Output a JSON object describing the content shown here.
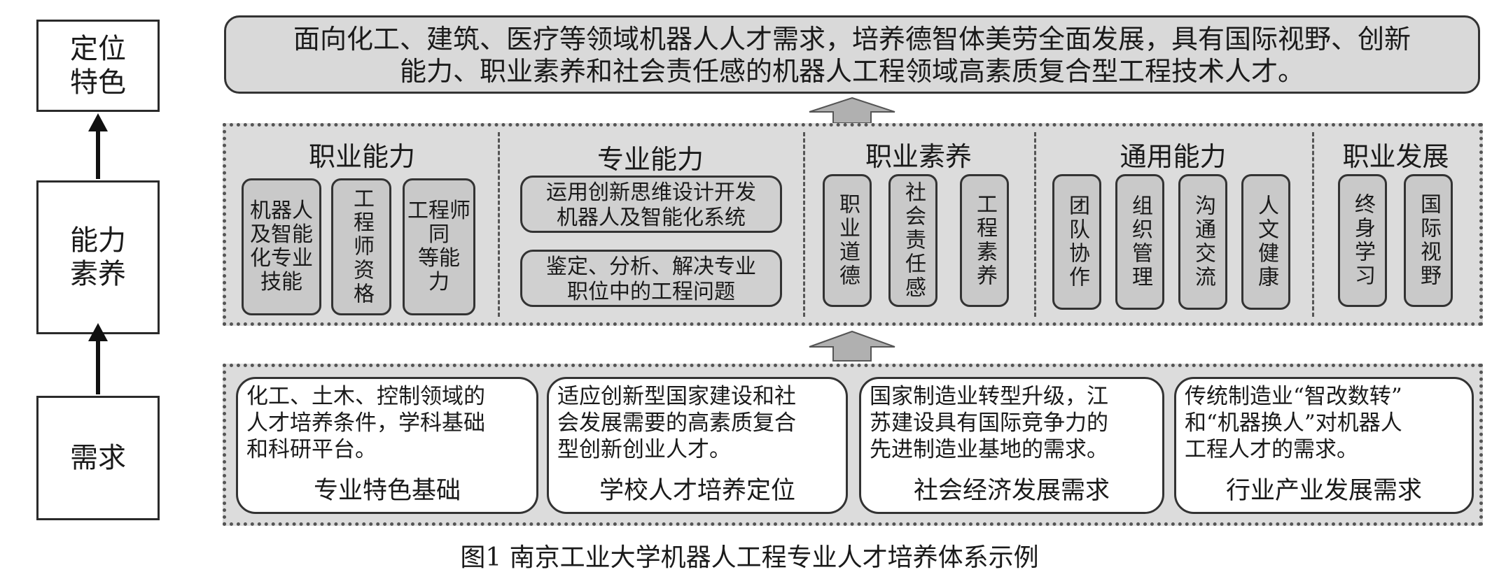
{
  "left_column": {
    "top": [
      "定位",
      "特色"
    ],
    "middle": [
      "能力",
      "素养"
    ],
    "bottom": [
      "需求"
    ]
  },
  "goal": {
    "line1": "面向化工、建筑、医疗等领域机器人人才需求，培养德智体美劳全面发展，具有国际视野、创新",
    "line2": "能力、职业素养和社会责任感的机器人工程领域高素质复合型工程技术人才。"
  },
  "abilities": {
    "sections": [
      {
        "title": "职业能力",
        "items": [
          "机器人及智能化专业技能",
          "工程师资格",
          "工程师同等能力"
        ]
      },
      {
        "title": "专业能力",
        "items": [
          "运用创新思维设计开发机器人及智能化系统",
          "鉴定、分析、解决专业职位中的工程问题"
        ]
      },
      {
        "title": "职业素养",
        "items": [
          "职业道德",
          "社会责任感",
          "工程素养"
        ]
      },
      {
        "title": "通用能力",
        "items": [
          "团队协作",
          "组织管理",
          "沟通交流",
          "人文健康"
        ]
      },
      {
        "title": "职业发展",
        "items": [
          "终身学习",
          "国际视野"
        ]
      }
    ],
    "pro_ability_lines": [
      [
        "运用创新思维设计开发",
        "机器人及智能化系统"
      ],
      [
        "鉴定、分析、解决专业",
        "职位中的工程问题"
      ]
    ],
    "skill_lines": [
      [
        "机器人",
        "及智能",
        "化专业",
        "技能"
      ],
      [
        "工程师同",
        "等能",
        "力"
      ]
    ]
  },
  "needs": [
    {
      "title": "专业特色基础",
      "lines": [
        "化工、土木、控制领域的",
        "人才培养条件，学科基础",
        "和科研平台。"
      ]
    },
    {
      "title": "学校人才培养定位",
      "lines": [
        "适应创新型国家建设和社",
        "会发展需要的高素质复合",
        "型创新创业人才。"
      ]
    },
    {
      "title": "社会经济发展需求",
      "lines": [
        "国家制造业转型升级，江",
        "苏建设具有国际竞争力的",
        "先进制造业基地的需求。"
      ]
    },
    {
      "title": "行业产业发展需求",
      "lines": [
        "传统制造业“智改数转”",
        "和“机器换人”对机器人",
        "工程人才的需求。"
      ]
    }
  ],
  "caption": "图1  南京工业大学机器人工程专业人才培养体系示例",
  "colors": {
    "frame_fill": "#dcdcdc",
    "pill_fill": "#c9c9c9",
    "arrow_fill": "#b0b0b0"
  }
}
